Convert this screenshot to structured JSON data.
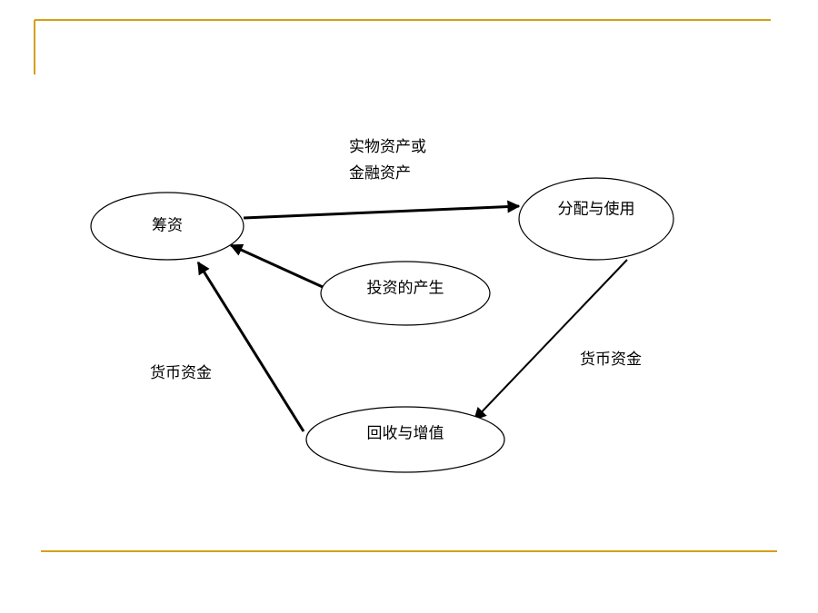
{
  "accent_color": "#D4A017",
  "nodes": {
    "fundraising": "筹资",
    "allocation": "分配与使用",
    "investment": "投资的产生",
    "recovery": "回收与增值"
  },
  "edge_labels": {
    "physical_or_financial_line1": "实物资产或",
    "physical_or_financial_line2": "金融资产",
    "monetary_funds_right": "货币资金",
    "monetary_funds_left": "货币资金"
  }
}
